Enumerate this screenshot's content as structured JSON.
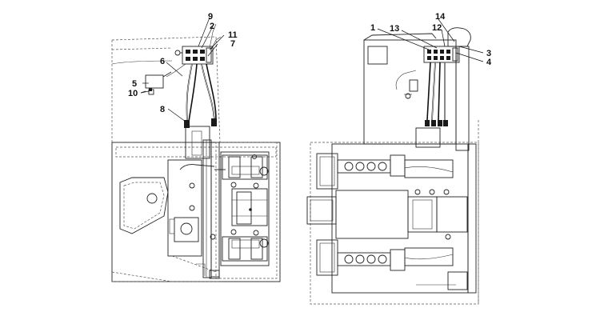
{
  "diagram": {
    "left_view_callouts": [
      "9",
      "2",
      "11",
      "7",
      "6",
      "5",
      "10",
      "8"
    ],
    "right_view_callouts": [
      "14",
      "1",
      "13",
      "12",
      "3",
      "4"
    ]
  }
}
